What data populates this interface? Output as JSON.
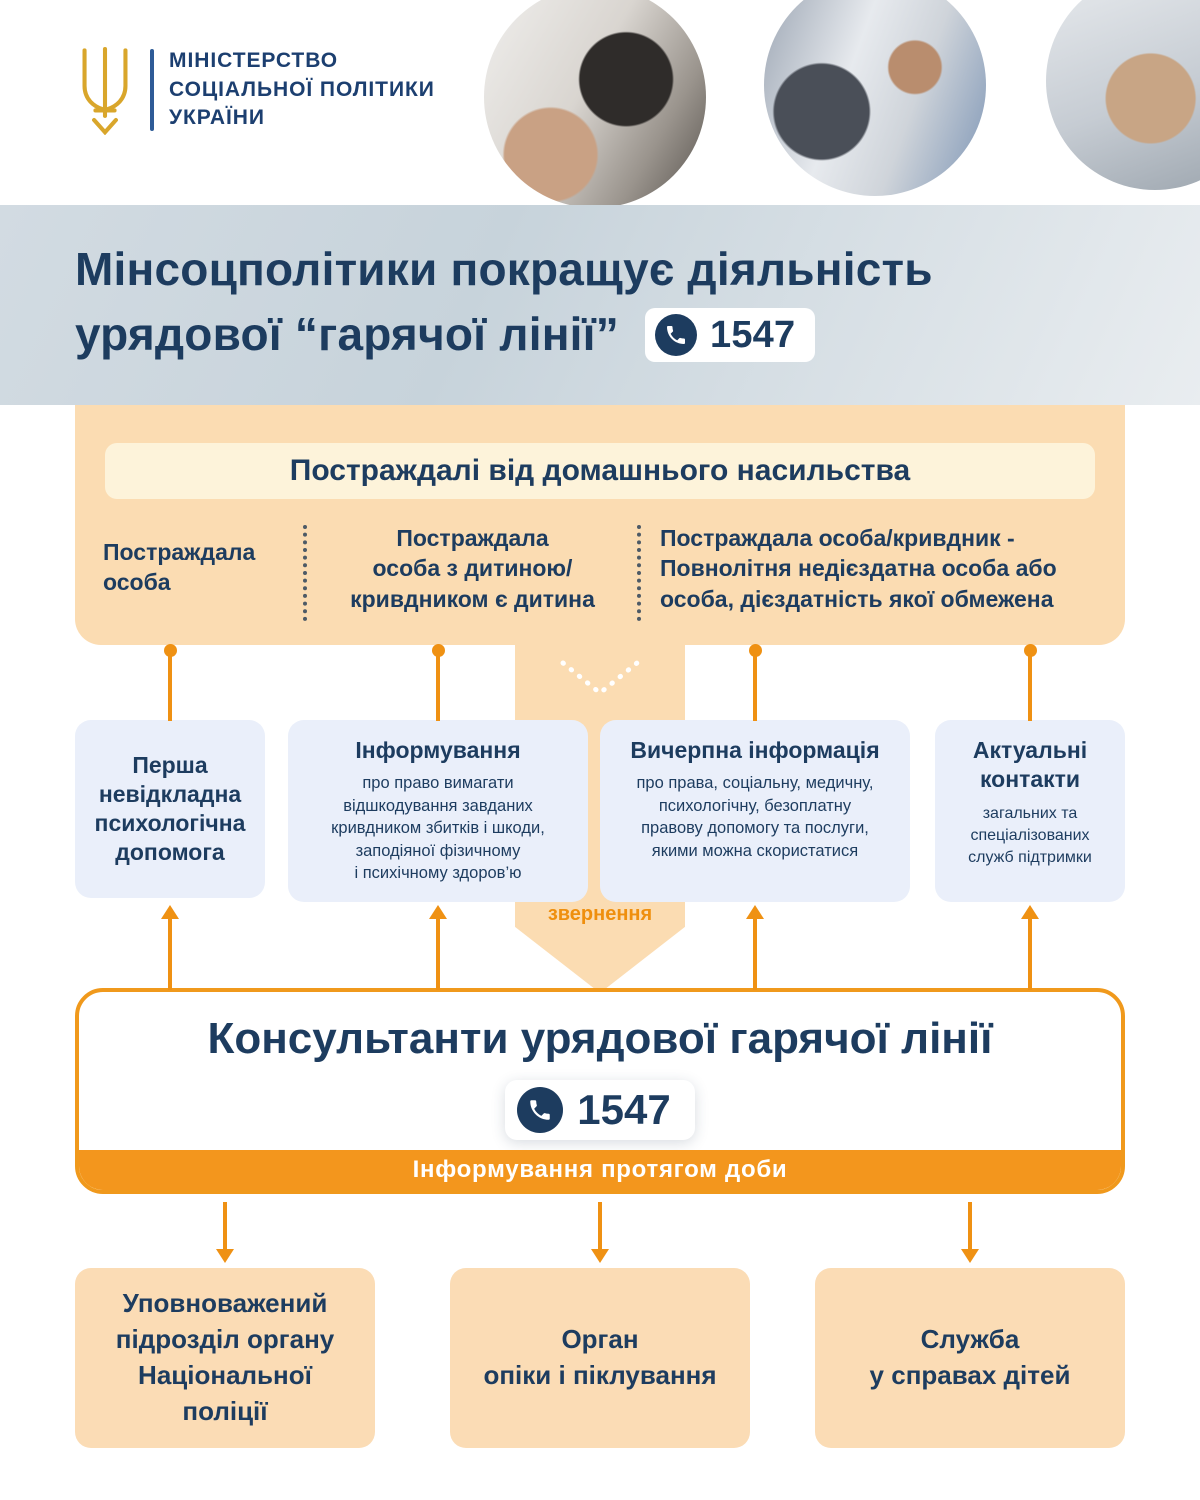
{
  "colors": {
    "navy": "#1d3c5f",
    "orange": "#ef9113",
    "peach": "#fbdcb2",
    "cream": "#fdf3da",
    "card_blue": "#eaeffa"
  },
  "header": {
    "ministry": "МІНІСТЕРСТВО\nСОЦІАЛЬНОЇ ПОЛІТИКИ\nУКРАЇНИ",
    "photos": [
      {
        "name": "hands-dialing-desk-phone"
      },
      {
        "name": "call-center-operators-with-headsets"
      },
      {
        "name": "hands-stacked-together"
      }
    ]
  },
  "hotline": {
    "number": "1547"
  },
  "title": {
    "line1": "Мінсоцполітики покращує діяльність",
    "line2": "урядової “гарячої лінії”"
  },
  "victims": {
    "header": "Постраждалі від домашнього насильства",
    "categories": [
      {
        "text": "Постраждала\nособа"
      },
      {
        "text": "Постраждала\nособа з дитиною/\nкривдником є дитина"
      },
      {
        "text": "Постраждала особа/кривдник -\nПовнолітня недієздатна особа або\nособа, дієздатність якої обмежена"
      }
    ]
  },
  "flow": {
    "arrow_label": "звернення"
  },
  "services": [
    {
      "title": "Перша\nневідкладна\nпсихологічна\nдопомога"
    },
    {
      "title": "Інформування",
      "body": "про право вимагати\nвідшкодування завданих\nкривдником збитків і шкоди,\nзаподіяної фізичному\nі психічному здоров’ю"
    },
    {
      "title": "Вичерпна інформація",
      "body": "про права, соціальну, медичну,\nпсихологічну, безоплатну\nправову допомогу та послуги,\nякими можна скористатися"
    },
    {
      "title": "Актуальні\nконтакти",
      "body": "загальних та\nспеціалізованих\nслужб підтримки"
    }
  ],
  "consultants": {
    "title": "Консультанти урядової гарячої лінії",
    "banner": "Інформування протягом доби"
  },
  "agencies": [
    {
      "text": "Уповноважений\nпідрозділ органу\nНаціональної\nполіції"
    },
    {
      "text": "Орган\nопіки і піклування"
    },
    {
      "text": "Служба\nу справах дітей"
    }
  ]
}
